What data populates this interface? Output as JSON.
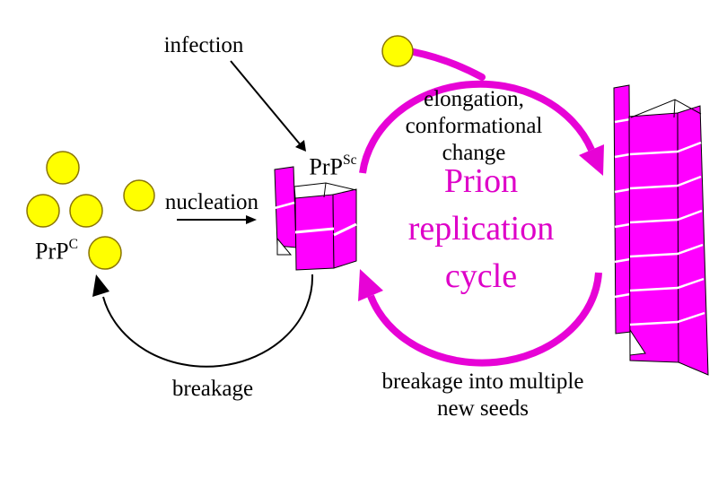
{
  "title": "Prion replication cycle",
  "labels": {
    "infection": "infection",
    "nucleation": "nucleation",
    "breakage": "breakage",
    "prpc": {
      "base": "PrP",
      "sup": "C"
    },
    "prpsc": {
      "base": "PrP",
      "sup": "Sc"
    },
    "elongation": {
      "line1": "elongation,",
      "line2": "conformational",
      "line3": "change"
    },
    "cycle_title": {
      "line1": "Prion",
      "line2": "replication",
      "line3": "cycle"
    },
    "breakage_seeds": {
      "line1": "breakage into multiple",
      "line2": "new seeds"
    }
  },
  "entities": {
    "prpc_monomers_left_cluster": 5,
    "infecting_monomer": 1,
    "prpsc_seed_layers": 2,
    "amyloid_fibril_layers": 7
  },
  "colors": {
    "background": "#ffffff",
    "monomer_fill": "#ffff00",
    "monomer_outline": "#8a7500",
    "aggregate_fill": "#ff00ff",
    "aggregate_outline": "#000000",
    "cycle_arrow": "#e703d6",
    "cycle_title_text": "#de00c8",
    "black_arrows": "#000000"
  }
}
